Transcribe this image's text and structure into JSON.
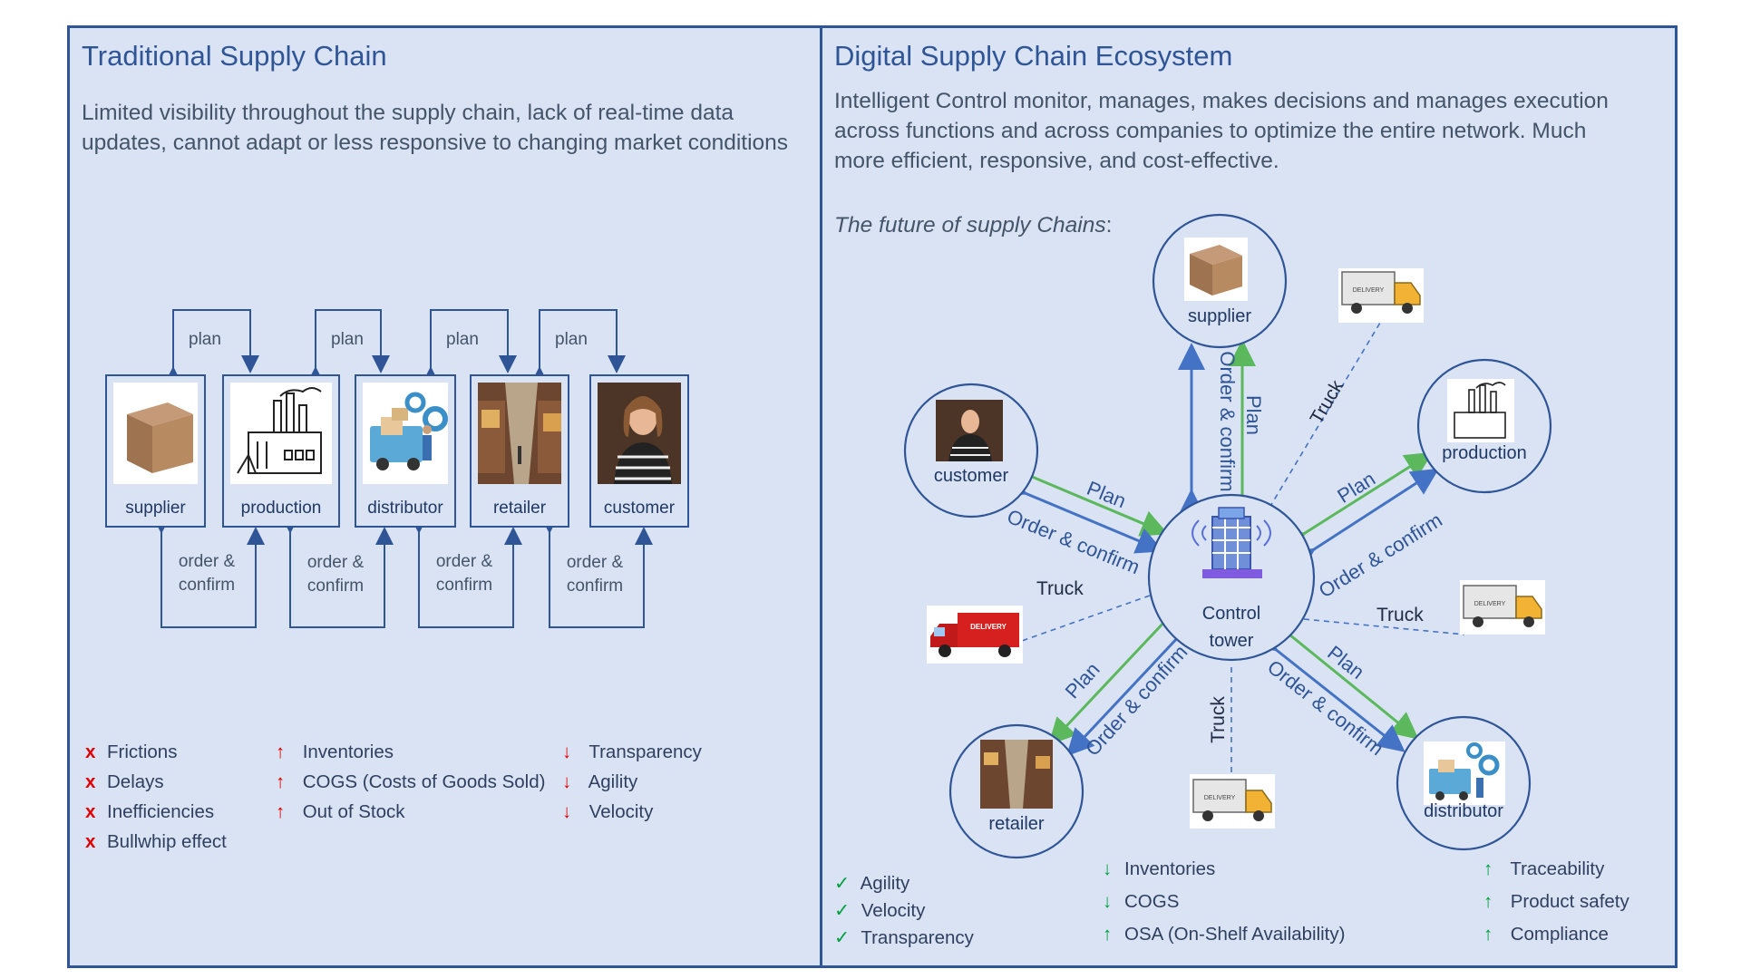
{
  "left": {
    "title": "Traditional Supply Chain",
    "description": "Limited visibility throughout the supply chain, lack of  real-time data updates, cannot adapt or less responsive to changing market conditions",
    "nodes": [
      "supplier",
      "production",
      "distributor",
      "retailer",
      "customer"
    ],
    "plan_label": "plan",
    "order_label": "order & confirm",
    "list1": [
      "Frictions",
      "Delays",
      "Inefficiencies",
      "Bullwhip effect"
    ],
    "list2": [
      "Inventories",
      "COGS (Costs of Goods Sold)",
      "Out of Stock"
    ],
    "list3": [
      "Transparency",
      "Agility",
      "Velocity"
    ]
  },
  "right": {
    "title": "Digital Supply Chain Ecosystem",
    "description": "Intelligent Control monitor, manages, makes decisions and manages execution across functions and across companies to optimize the entire network. Much more efficient, responsive, and cost-effective.",
    "future_label": "The future of supply Chains",
    "future_colon": ":",
    "center": "Control tower",
    "nodes": {
      "supplier": "supplier",
      "production": "production",
      "customer": "customer",
      "retailer": "retailer",
      "distributor": "distributor"
    },
    "plan_label": "Plan",
    "order_label": "Order & confirm",
    "truck_label": "Truck",
    "delivery_label": "DELIVERY",
    "list1": [
      "Agility",
      "Velocity",
      "Transparency"
    ],
    "list2": [
      "Inventories",
      "COGS",
      "OSA (On-Shelf Availability)"
    ],
    "list3": [
      "Traceability",
      "Product safety",
      "Compliance"
    ]
  },
  "colors": {
    "panel_bg": "#dae3f3",
    "border": "#2f5597",
    "plan_arrow": "#5cb85c",
    "order_arrow": "#4472c4",
    "red_mark": "#e00000",
    "green_mark": "#00a040"
  }
}
